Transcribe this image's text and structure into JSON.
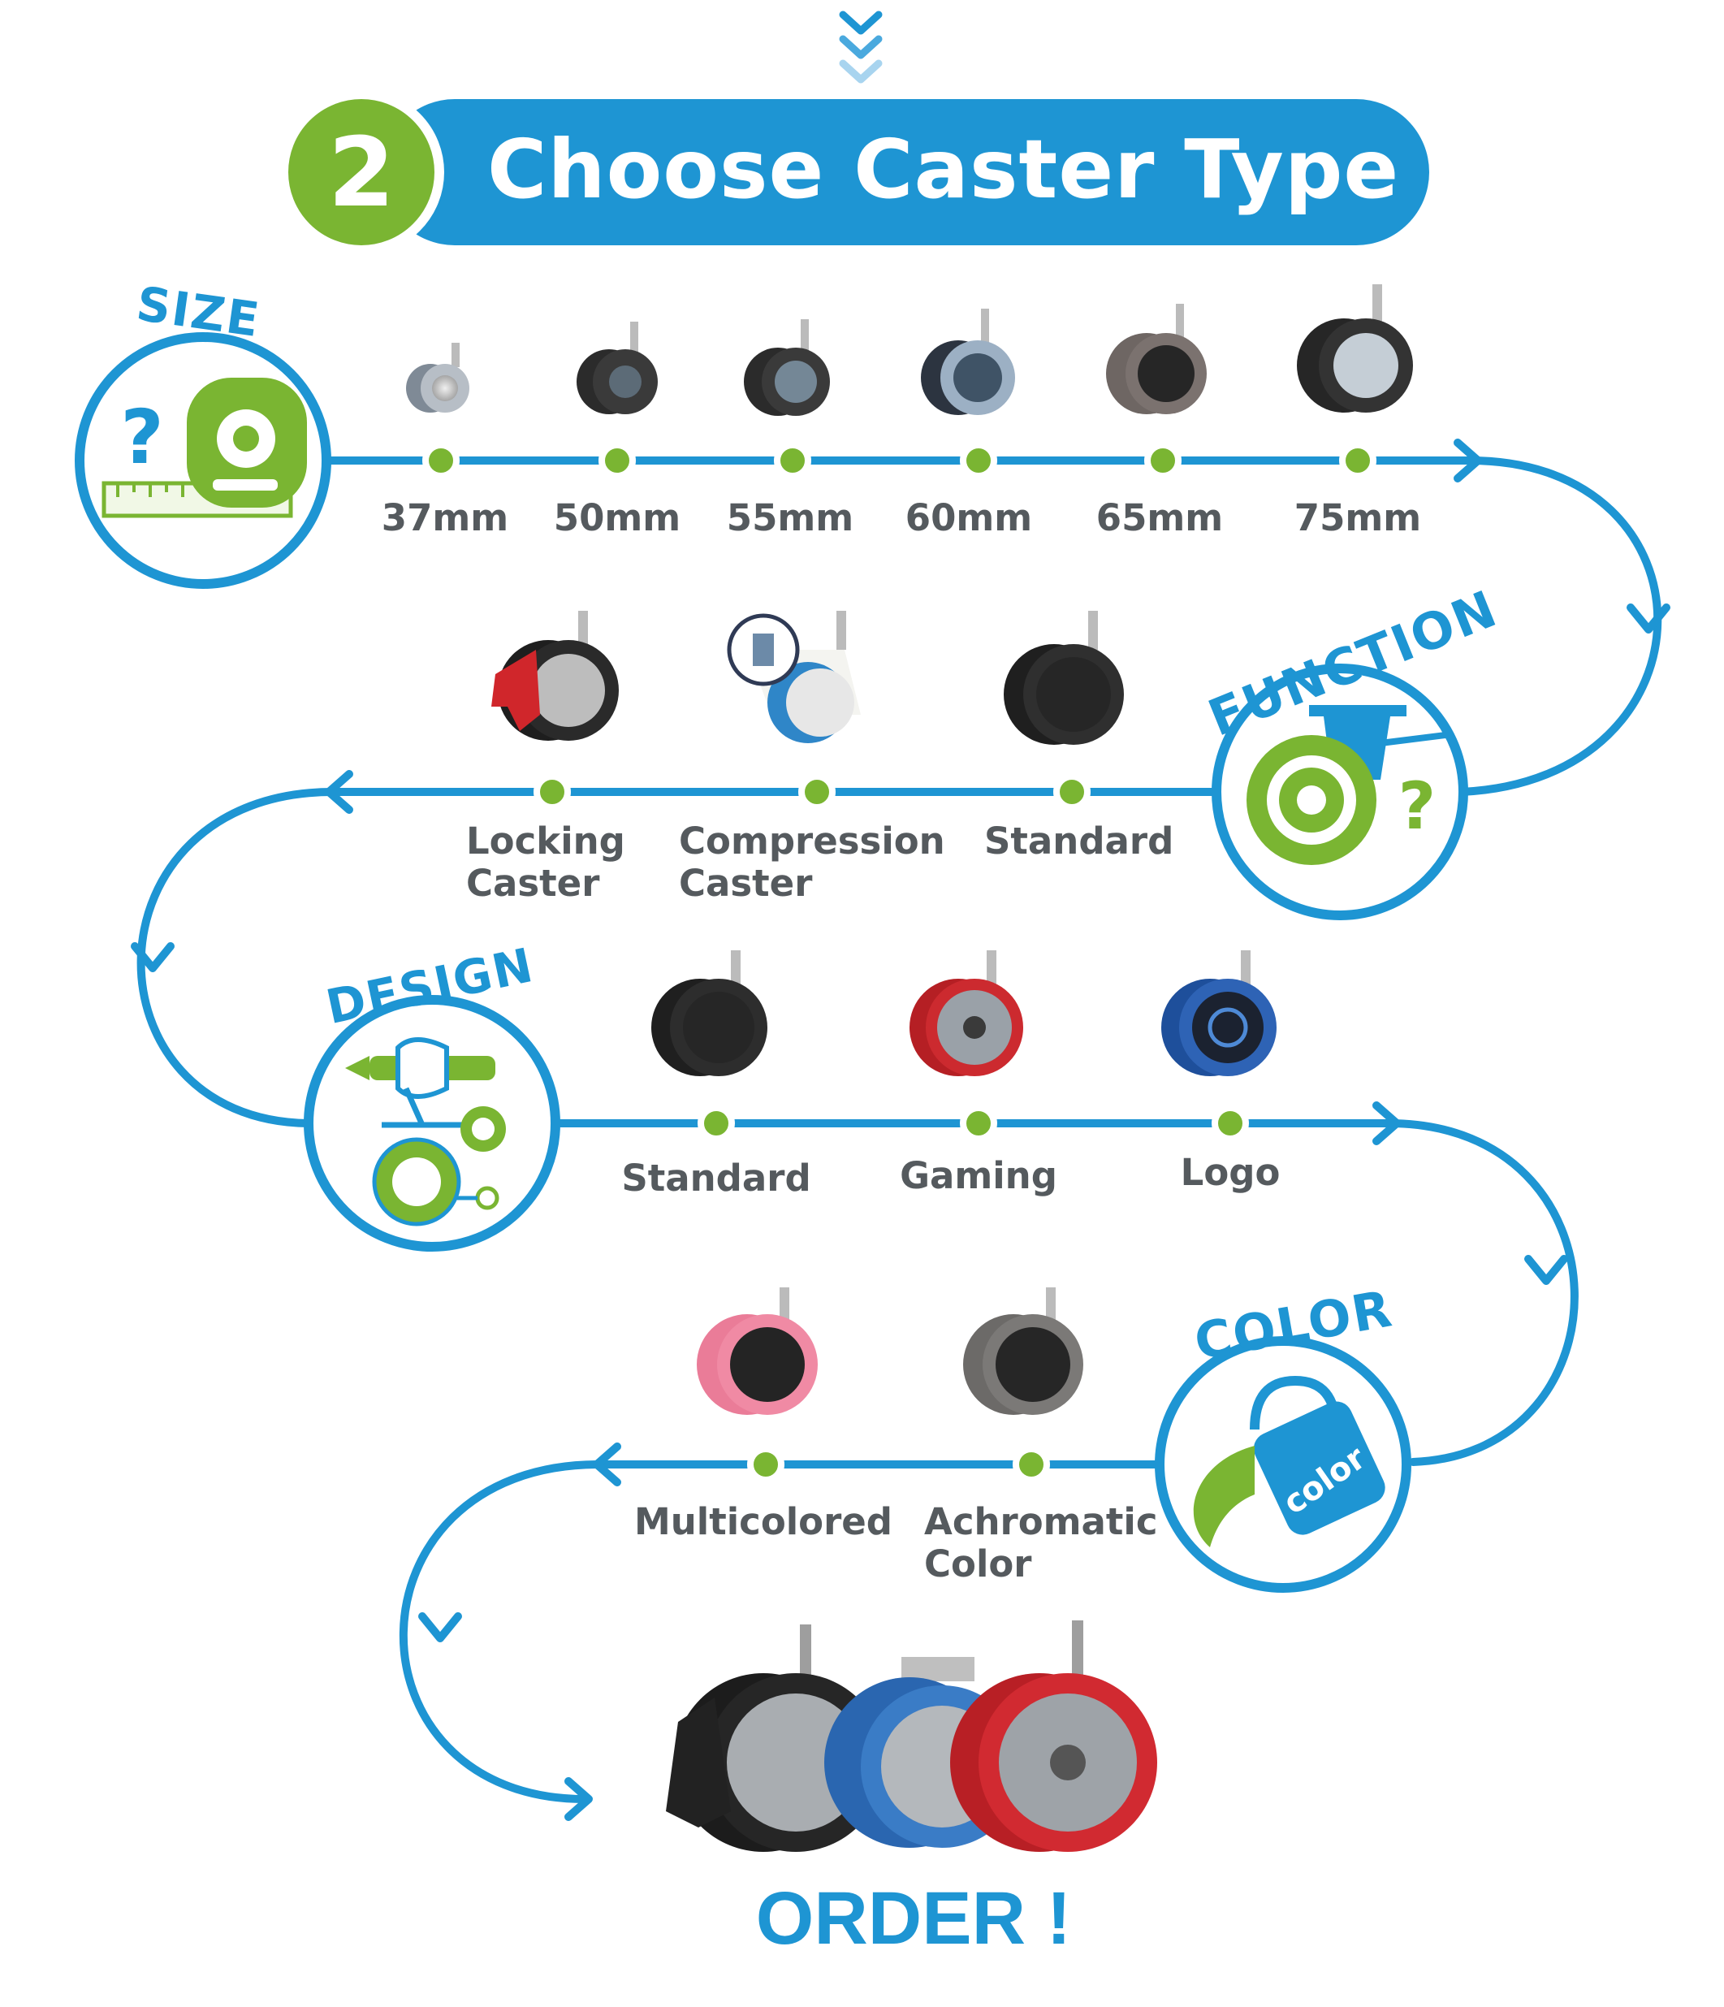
{
  "header": {
    "step_number": "2",
    "title": "Choose Caster Type"
  },
  "colors": {
    "blue": "#1e95d3",
    "green": "#7ab532",
    "text_gray": "#555a5e"
  },
  "sections": {
    "size": {
      "title": "SIZE",
      "icon": "tape-measure-icon",
      "options": [
        "37mm",
        "50mm",
        "55mm",
        "60mm",
        "65mm",
        "75mm"
      ]
    },
    "function": {
      "title": "FUNCTION",
      "icon": "caster-wheel-question-icon",
      "options": [
        "Standard",
        "Compression\nCaster",
        "Locking\nCaster"
      ]
    },
    "design": {
      "title": "DESIGN",
      "icon": "hand-pencil-design-icon",
      "options": [
        "Standard",
        "Gaming",
        "Logo"
      ]
    },
    "color": {
      "title": "COLOR",
      "icon": "paint-bucket-color-icon",
      "icon_text": "color",
      "options": [
        "Achromatic\nColor",
        "Multicolored"
      ]
    }
  },
  "footer": {
    "cta": "ORDER !"
  }
}
